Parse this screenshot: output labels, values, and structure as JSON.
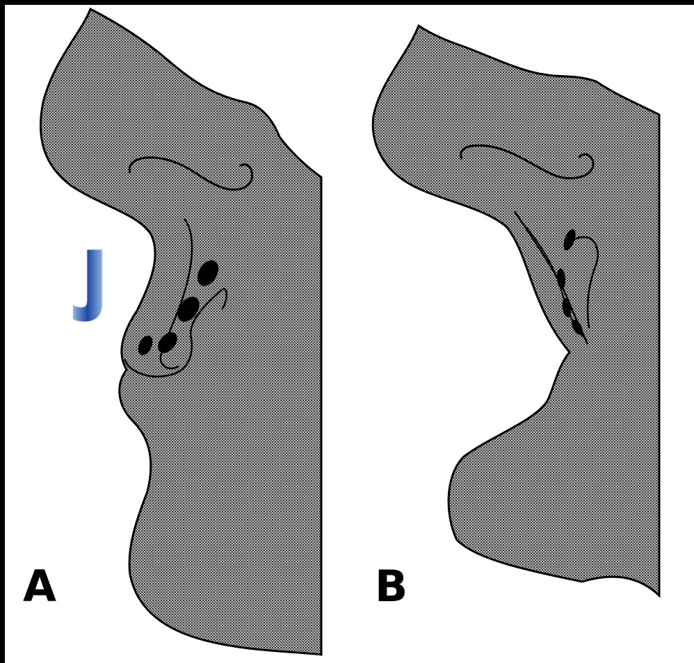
{
  "panels": [
    {
      "label": "A"
    },
    {
      "label": "B"
    }
  ],
  "marker": {
    "letter": "J"
  },
  "colors": {
    "background": "#ffffff",
    "frame": "#000000",
    "tissue_fill": "#7c7c7c",
    "outline": "#000000",
    "marker_gradient": [
      "#dce8f8",
      "#6c95cf",
      "#0c2f7e"
    ]
  }
}
